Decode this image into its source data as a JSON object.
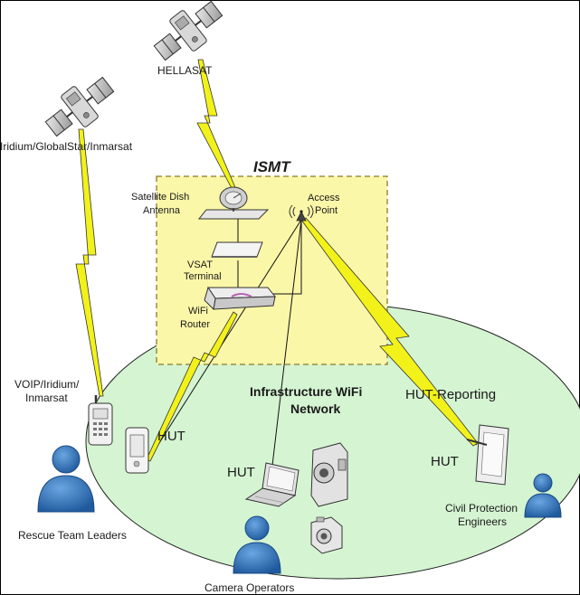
{
  "satellites": {
    "hellasat": "HELLASAT",
    "mobile_sat": "Iridium/GlobalStar/Inmarsat"
  },
  "ismt": {
    "title": "ISMT",
    "dish_label_1": "Satellite Dish",
    "dish_label_2": "Antenna",
    "ap_label_1": "Access",
    "ap_label_2": "Point",
    "vsat_label_1": "VSAT",
    "vsat_label_2": "Terminal",
    "router_label_1": "WiFi",
    "router_label_2": "Router"
  },
  "network": {
    "title_1": "Infrastructure WiFi",
    "title_2": "Network",
    "reporting": "HUT-Reporting"
  },
  "devices": {
    "voip_1": "VOIP/Iridium/",
    "voip_2": "Inmarsat",
    "hut_pda": "HUT",
    "hut_laptop": "HUT",
    "hut_tablet": "HUT"
  },
  "groups": {
    "rescue": "Rescue Team Leaders",
    "camera": "Camera Operators",
    "civil_1": "Civil Protection",
    "civil_2": "Engineers"
  },
  "colors": {
    "ismt_fill": "#fbf7a8",
    "ismt_border": "#9a8a3a",
    "network_fill": "#d5f4d2",
    "lightning": "#f2f21a",
    "person": "#2f6fb4"
  }
}
